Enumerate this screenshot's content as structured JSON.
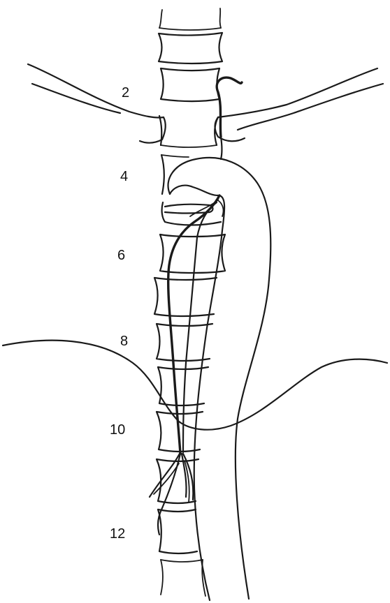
{
  "figure": {
    "labels": [
      {
        "id": "level-2",
        "text": "2"
      },
      {
        "id": "level-4",
        "text": "4"
      },
      {
        "id": "level-6",
        "text": "6"
      },
      {
        "id": "level-8",
        "text": "8"
      },
      {
        "id": "level-10",
        "text": "10"
      },
      {
        "id": "level-12",
        "text": "12"
      }
    ]
  }
}
